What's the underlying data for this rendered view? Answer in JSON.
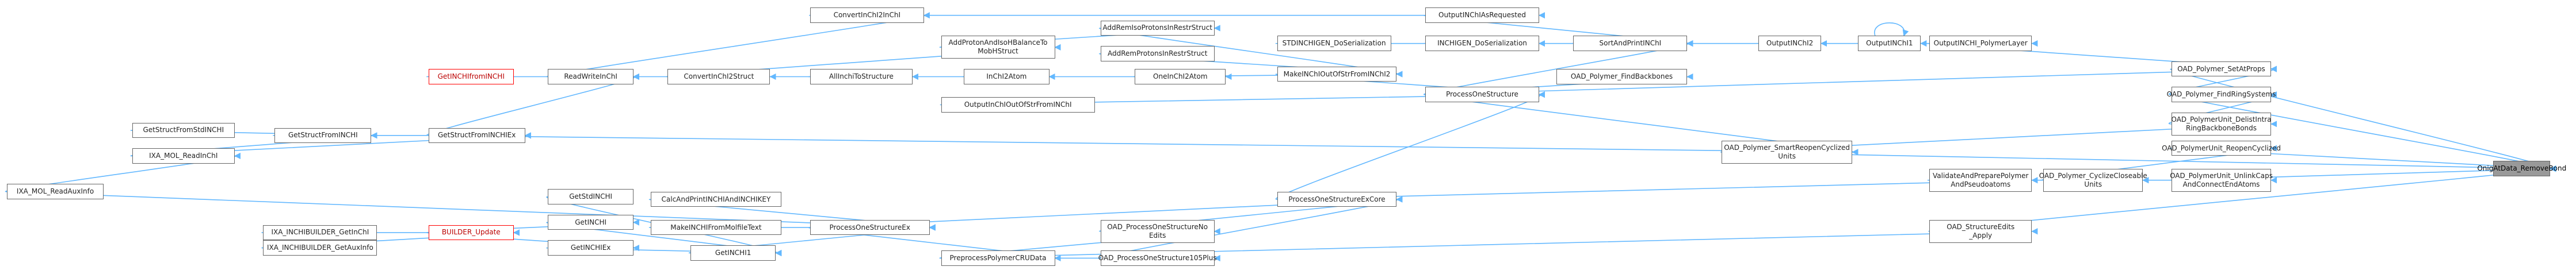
{
  "colors": {
    "edge": "#63b8ff",
    "node_border": "#666666",
    "focus_fill": "#999999",
    "missing_border": "#ff0000"
  },
  "graph": {
    "nodes": [
      {
        "id": "onig",
        "label": "OnigAtData_RemoveBond",
        "style": "focus"
      },
      {
        "id": "setprops",
        "label": "OAD_Polymer_SetAtProps"
      },
      {
        "id": "findring",
        "label": "OAD_Polymer_FindRingSystems"
      },
      {
        "id": "delist",
        "label": "OAD_PolymerUnit_DelistIntra\nRingBackboneBonds"
      },
      {
        "id": "reopen",
        "label": "OAD_PolymerUnit_ReopenCyclized"
      },
      {
        "id": "unlink",
        "label": "OAD_PolymerUnit_UnlinkCaps\nAndConnectEndAtoms"
      },
      {
        "id": "streditsapp",
        "label": "OAD_StructureEdits\n_Apply"
      },
      {
        "id": "cyclize",
        "label": "OAD_Polymer_CyclizeCloseable\nUnits"
      },
      {
        "id": "validate",
        "label": "ValidateAndPreparePolymer\nAndPseudoatoms"
      },
      {
        "id": "smart",
        "label": "OAD_Polymer_SmartReopenCyclized\nUnits"
      },
      {
        "id": "outpoly",
        "label": "OutputINCHI_PolymerLayer"
      },
      {
        "id": "outinchi1",
        "label": "OutputINChI1"
      },
      {
        "id": "outinchi2",
        "label": "OutputINChI2"
      },
      {
        "id": "sortprint",
        "label": "SortAndPrintINChI"
      },
      {
        "id": "outreq",
        "label": "OutputINChIAsRequested"
      },
      {
        "id": "inchigen",
        "label": "INCHIGEN_DoSerialization"
      },
      {
        "id": "stdgen",
        "label": "STDINCHIGEN_DoSerialization"
      },
      {
        "id": "findback",
        "label": "OAD_Polymer_FindBackbones"
      },
      {
        "id": "pstruct",
        "label": "ProcessOneStructure"
      },
      {
        "id": "pstructex",
        "label": "ProcessOneStructureExCore"
      },
      {
        "id": "pstructex1",
        "label": "ProcessOneStructureEx"
      },
      {
        "id": "pnoedits",
        "label": "OAD_ProcessOneStructureNo\nEdits"
      },
      {
        "id": "p105",
        "label": "OAD_ProcessOneStructure105Plus"
      },
      {
        "id": "precru",
        "label": "PreprocessPolymerCRUData"
      },
      {
        "id": "makeout",
        "label": "MakeINChIOutOfStrFromINChI2"
      },
      {
        "id": "addremiso",
        "label": "AddRemIsoProtonsInRestrStruct"
      },
      {
        "id": "addremprot",
        "label": "AddRemProtonsInRestrStruct"
      },
      {
        "id": "oneinchi",
        "label": "OneInChI2Atom"
      },
      {
        "id": "inchi2atom",
        "label": "InChI2Atom"
      },
      {
        "id": "addproton",
        "label": "AddProtonAndIsoHBalanceTo\nMobHStruct"
      },
      {
        "id": "conv2ch",
        "label": "ConvertInChI2InChI"
      },
      {
        "id": "conv2st",
        "label": "ConvertInChI2Struct"
      },
      {
        "id": "allinchi",
        "label": "AllInchiToStructure"
      },
      {
        "id": "outchiout",
        "label": "OutputInChIOutOfStrFromINChI"
      },
      {
        "id": "readwrite",
        "label": "ReadWriteInChI"
      },
      {
        "id": "getfrominchi",
        "label": "GetINCHIfromINCHI",
        "style": "missing"
      },
      {
        "id": "getstructex",
        "label": "GetStructFromINCHIEx"
      },
      {
        "id": "getstruct",
        "label": "GetStructFromINCHI"
      },
      {
        "id": "getstructstd",
        "label": "GetStructFromStdINCHI"
      },
      {
        "id": "ixamolread",
        "label": "IXA_MOL_ReadInChI"
      },
      {
        "id": "ixamolaux",
        "label": "IXA_MOL_ReadAuxInfo"
      },
      {
        "id": "calcinchi",
        "label": "CalcAndPrintINCHIAndINCHIKEY"
      },
      {
        "id": "makefrommol",
        "label": "MakeINCHIFromMolfileText"
      },
      {
        "id": "getinchi1",
        "label": "GetINCHI1"
      },
      {
        "id": "getstdinchi",
        "label": "GetStdINCHI"
      },
      {
        "id": "getinchi",
        "label": "GetINCHI"
      },
      {
        "id": "getinchiex",
        "label": "GetINCHIEx"
      },
      {
        "id": "builderupd",
        "label": "BUILDER_Update",
        "style": "missing"
      },
      {
        "id": "ixabuilder",
        "label": "IXA_INCHIBUILDER_GetInChI"
      },
      {
        "id": "ixabuilderaux",
        "label": "IXA_INCHIBUILDER_GetAuxInfo"
      }
    ],
    "edges": [
      [
        "setprops",
        "onig"
      ],
      [
        "findring",
        "onig"
      ],
      [
        "reopen",
        "onig"
      ],
      [
        "unlink",
        "onig"
      ],
      [
        "streditsapp",
        "onig"
      ],
      [
        "smart",
        "onig"
      ],
      [
        "outpoly",
        "setprops"
      ],
      [
        "pstruct",
        "setprops"
      ],
      [
        "findring",
        "setprops"
      ],
      [
        "delist",
        "findring"
      ],
      [
        "smart",
        "delist"
      ],
      [
        "cyclize",
        "reopen"
      ],
      [
        "cyclize",
        "unlink"
      ],
      [
        "precru",
        "streditsapp"
      ],
      [
        "validate",
        "cyclize"
      ],
      [
        "pstructex",
        "validate"
      ],
      [
        "pstruct",
        "smart"
      ],
      [
        "getstructex",
        "smart"
      ],
      [
        "outinchi1",
        "outpoly"
      ],
      [
        "outinchi1",
        "outinchi1"
      ],
      [
        "outinchi2",
        "outinchi1"
      ],
      [
        "sortprint",
        "outinchi2"
      ],
      [
        "outreq",
        "sortprint"
      ],
      [
        "inchigen",
        "sortprint"
      ],
      [
        "pstruct",
        "sortprint"
      ],
      [
        "conv2ch",
        "outreq"
      ],
      [
        "stdgen",
        "inchigen"
      ],
      [
        "pstruct",
        "findback"
      ],
      [
        "makeout",
        "pstruct"
      ],
      [
        "outchiout",
        "pstruct"
      ],
      [
        "pstructex",
        "pstruct"
      ],
      [
        "pnoedits",
        "pstructex"
      ],
      [
        "p105",
        "pstructex"
      ],
      [
        "pstructex1",
        "pstructex"
      ],
      [
        "precru",
        "pnoedits"
      ],
      [
        "precru",
        "p105"
      ],
      [
        "pstructex1",
        "precru"
      ],
      [
        "makefrommol",
        "pstructex1"
      ],
      [
        "calcinchi",
        "pstructex1"
      ],
      [
        "getinchi1",
        "pstructex1"
      ],
      [
        "addremiso",
        "makeout"
      ],
      [
        "addremprot",
        "makeout"
      ],
      [
        "oneinchi",
        "makeout"
      ],
      [
        "addproton",
        "addremiso"
      ],
      [
        "inchi2atom",
        "oneinchi"
      ],
      [
        "allinchi",
        "inchi2atom"
      ],
      [
        "conv2st",
        "allinchi"
      ],
      [
        "conv2st",
        "addproton"
      ],
      [
        "readwrite",
        "conv2st"
      ],
      [
        "readwrite",
        "conv2ch"
      ],
      [
        "getfrominchi",
        "readwrite"
      ],
      [
        "getstructex",
        "readwrite"
      ],
      [
        "getstruct",
        "getstructex"
      ],
      [
        "ixamolread",
        "getstructex"
      ],
      [
        "getstructstd",
        "getstruct"
      ],
      [
        "ixamolread",
        "getstruct"
      ],
      [
        "ixamolaux",
        "ixamolread"
      ],
      [
        "ixamolaux",
        "pstructex1"
      ],
      [
        "getstdinchi",
        "getinchi1"
      ],
      [
        "getinchi",
        "getinchi1"
      ],
      [
        "getinchiex",
        "getinchi1"
      ],
      [
        "builderupd",
        "getinchi"
      ],
      [
        "builderupd",
        "getinchiex"
      ],
      [
        "ixabuilder",
        "builderupd"
      ],
      [
        "ixabuilderaux",
        "builderupd"
      ]
    ]
  }
}
